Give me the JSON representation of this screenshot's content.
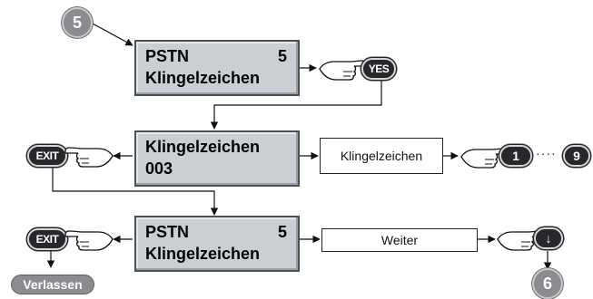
{
  "steps": {
    "start": "5",
    "end": "6"
  },
  "screens": {
    "top": {
      "line1": "PSTN",
      "number": "5",
      "line2": "Klingelzeichen"
    },
    "middle": {
      "line1": "Klingelzeichen",
      "line2": "003"
    },
    "bottom": {
      "line1": "PSTN",
      "number": "5",
      "line2": "Klingelzeichen"
    }
  },
  "keys": {
    "yes": "YES",
    "exit_middle": "EXIT",
    "exit_bottom": "EXIT",
    "digit_first": "1",
    "digit_last": "9",
    "ellipsis": "····",
    "down_arrow": "↓"
  },
  "boxes": {
    "setting": "Klingelzeichen",
    "next": "Weiter"
  },
  "exit_label": "Verlassen",
  "colors": {
    "lcd_background": "#cbced3",
    "key_background": "#26282c",
    "badge_gray": "#8a8c90"
  },
  "icons": {
    "pointer": "pointing-hand-icon"
  }
}
